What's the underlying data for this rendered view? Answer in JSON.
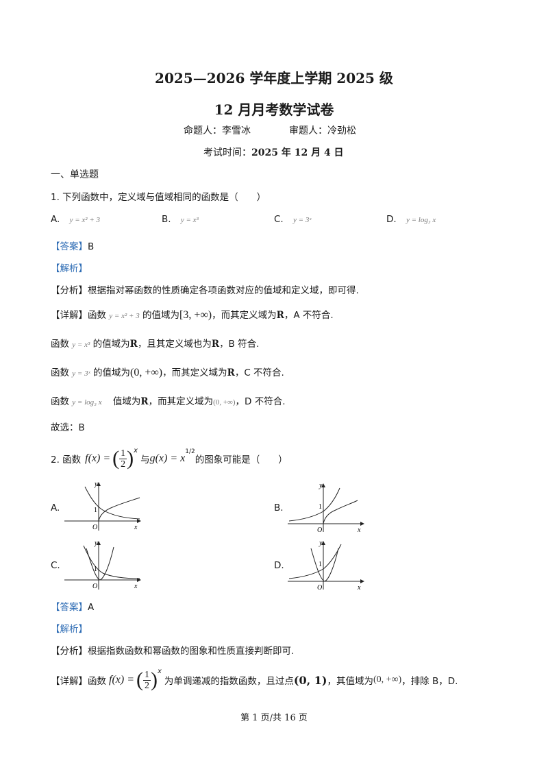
{
  "header": {
    "title_line1": "2025—2026 学年度上学期 2025 级",
    "title_line2": "12 月月考数学试卷",
    "author_label": "命题人：",
    "author": "李雪冰",
    "reviewer_label": "审题人：",
    "reviewer": "冷劲松",
    "time_label": "考试时间：",
    "time_value": "2025 年 12 月 4 日"
  },
  "section": "一、单选题",
  "q1": {
    "stem": "1. 下列函数中，定义域与值域相同的函数是（　　）",
    "options": [
      {
        "label": "A.",
        "expr": "y = x² + 3"
      },
      {
        "label": "B.",
        "expr": "y = x³"
      },
      {
        "label": "C.",
        "expr": "y = 3ˣ"
      },
      {
        "label": "D.",
        "expr": "y = log₃ x"
      }
    ],
    "answer_tag": "【答案】",
    "answer": "B",
    "analysis_tag": "【解析】",
    "fenxi_tag": "【分析】",
    "fenxi": "根据指对幂函数的性质确定各项函数对应的值域和定义域，即可得.",
    "detail_tag": "【详解】",
    "detail": [
      {
        "prefix": "函数",
        "expr": "y = x² + 3",
        "mid": "的值域为",
        "range": "[3, +∞)",
        "rest1": "，而其定义域为",
        "R": "R",
        "rest2": "，A 不符合."
      },
      {
        "prefix": "函数",
        "expr": "y = x³",
        "mid": "的值域为",
        "range": "R",
        "rest1": "，且其定义域也为",
        "R": "R",
        "rest2": "，B 符合."
      },
      {
        "prefix": "函数",
        "expr": "y = 3ˣ",
        "mid": "的值域为",
        "range": "(0, +∞)",
        "rest1": "，而其定义域为",
        "R": "R",
        "rest2": "，C 不符合."
      },
      {
        "prefix": "函数",
        "expr": "y = log₃ x",
        "mid": "值域为",
        "range": "R",
        "rest1": "，而其定义域为",
        "R": "(0, +∞)",
        "rest2": "，D 不符合."
      }
    ],
    "conclusion": "故选：B"
  },
  "q2": {
    "stem_prefix": "2. 函数",
    "f_expr": "f(x) =",
    "num": "1",
    "den": "2",
    "x_exp": "x",
    "with": "与",
    "g_expr": "g(x) = x",
    "g_exp": "1/2",
    "stem_suffix": "的图象可能是（　　）",
    "options": [
      "A.",
      "B.",
      "C.",
      "D."
    ],
    "axis_y": "y",
    "axis_x": "x",
    "origin": "O",
    "one": "1",
    "answer_tag": "【答案】",
    "answer": "A",
    "analysis_tag": "【解析】",
    "fenxi_tag": "【分析】",
    "fenxi": "根据指数函数和幂函数的图象和性质直接判断即可.",
    "detail_tag": "【详解】",
    "detail_prefix": "函数",
    "detail_mid": "为单调递减的指数函数，且过点",
    "point": "(0, 1)",
    "detail_mid2": "，其值域为",
    "range": "(0, +∞)",
    "detail_end": "，排除 B，D."
  },
  "footer": "第 1 页/共 16 页"
}
